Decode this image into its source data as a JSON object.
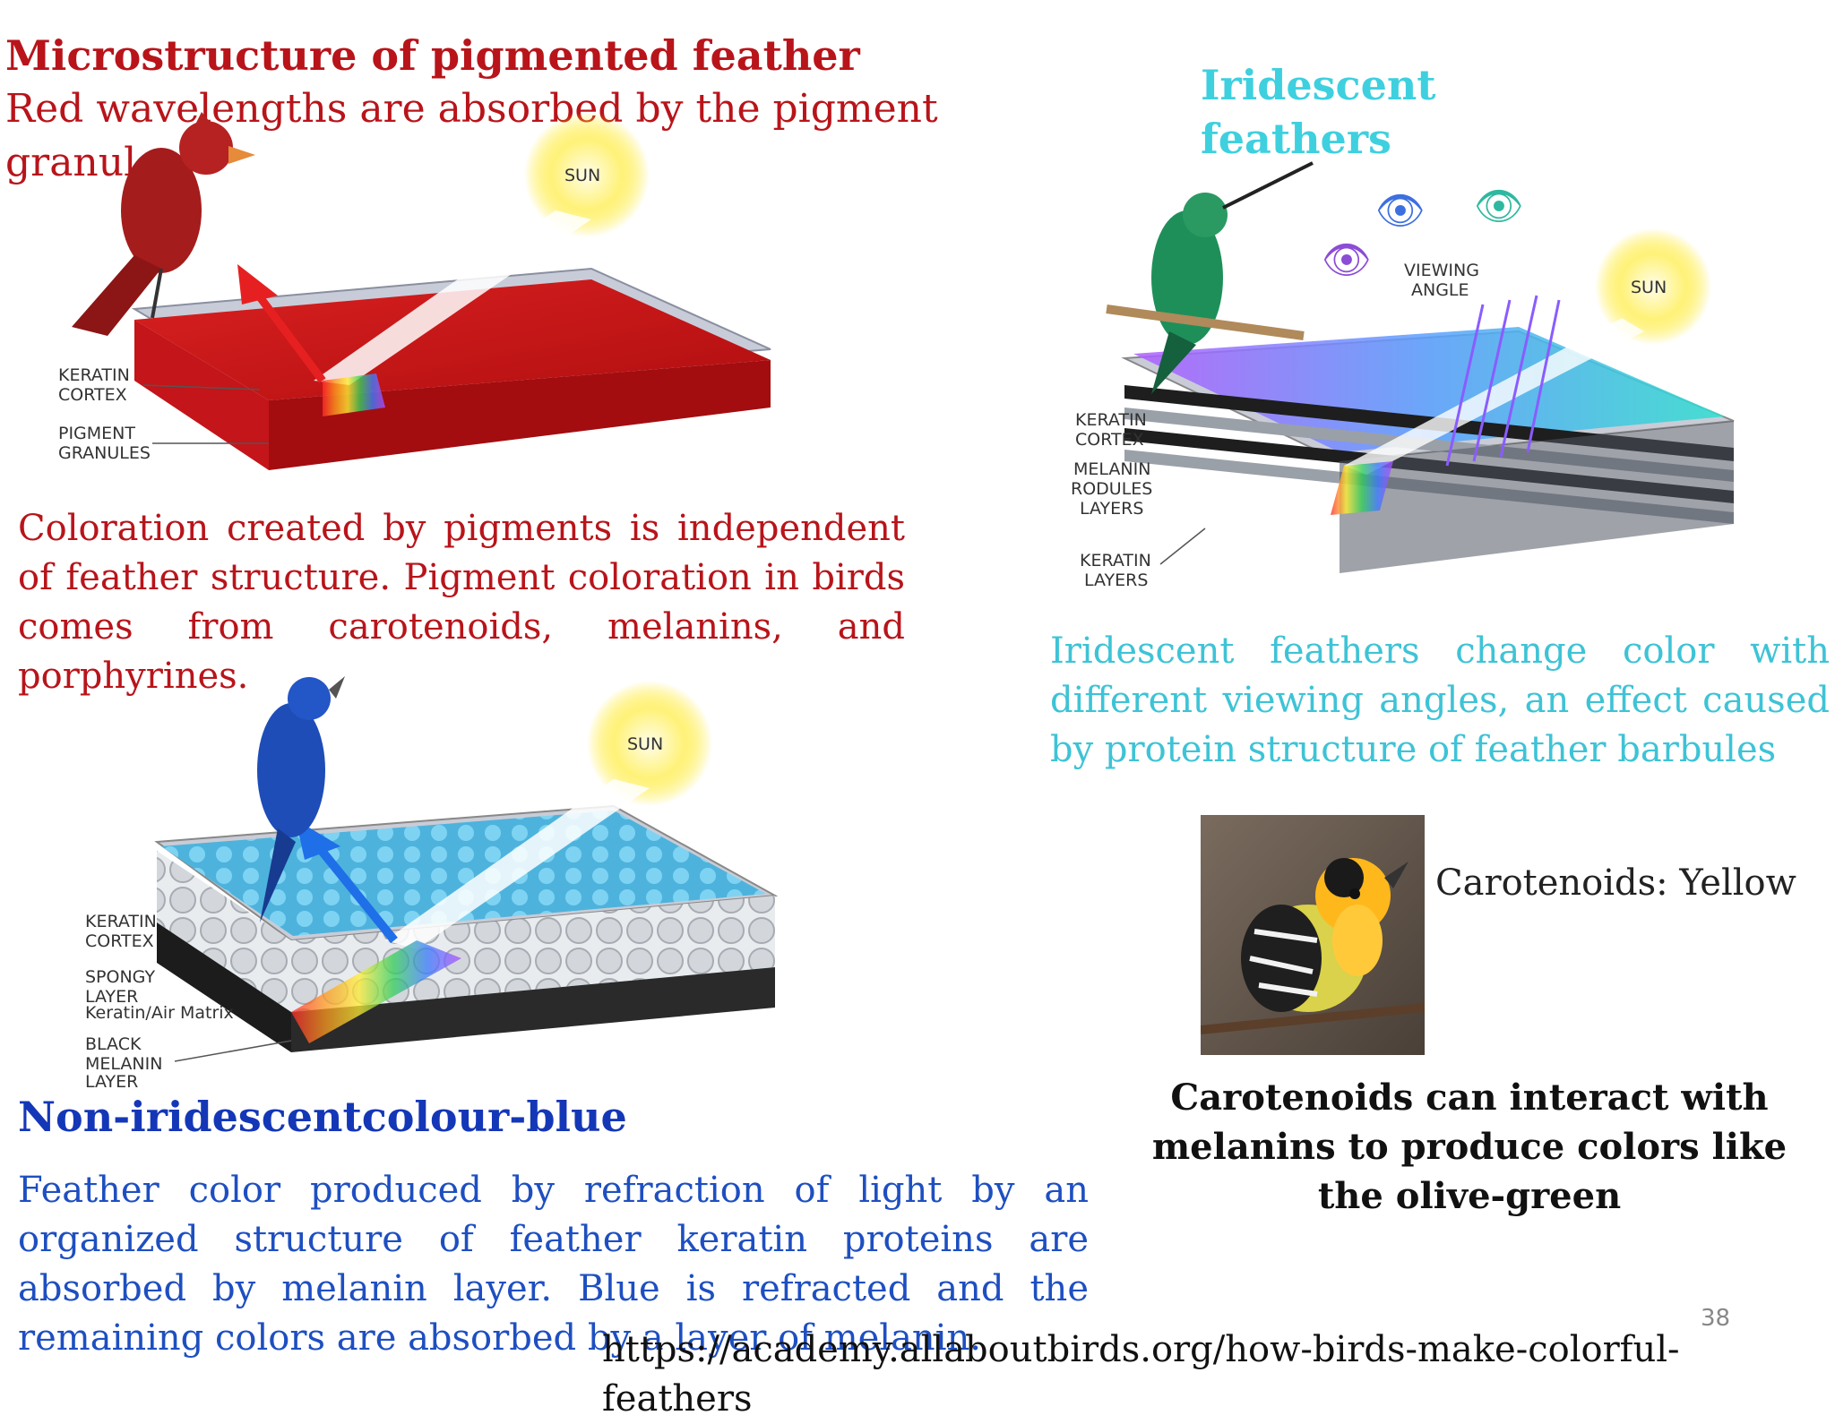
{
  "pigment": {
    "title": "Microstructure of  pigmented feather",
    "subtitle": "Red wavelengths are absorbed by the pigment granules",
    "description": "Coloration created by pigments is independent of feather structure. Pigment coloration in birds comes from carotenoids, melanins, and porphyrines.",
    "figure": {
      "sun_label": "SUN",
      "layer_1_line_1": "KERATIN",
      "layer_1_line_2": "CORTEX",
      "layer_2_line_1": "PIGMENT",
      "layer_2_line_2": "GRANULES"
    }
  },
  "iridescent": {
    "heading": "Iridescent feathers",
    "description": "Iridescent feathers change color with different viewing angles, an effect caused by protein structure of  feather barbules",
    "figure": {
      "sun_label": "SUN",
      "viewing_line_1": "VIEWING",
      "viewing_line_2": "ANGLE",
      "layer_1_line_1": "KERATIN",
      "layer_1_line_2": "CORTEX",
      "layer_2_line_1": "MELANIN",
      "layer_2_line_2": "RODULES",
      "layer_2_line_3": "LAYERS",
      "layer_3_line_1": "KERATIN",
      "layer_3_line_2": "LAYERS"
    }
  },
  "blue": {
    "heading": "Non-iridescentcolour-blue",
    "description": "Feather color produced by refraction of light by an organized structure of  feather keratin proteins are absorbed by melanin layer. Blue is refracted and the remaining colors are absorbed by a layer of melanin.",
    "figure": {
      "sun_label": "SUN",
      "layer_1_line_1": "KERATIN",
      "layer_1_line_2": "CORTEX",
      "layer_2_line_1": "SPONGY",
      "layer_2_line_2": "LAYER",
      "layer_2_note": "Keratin/Air Matrix",
      "layer_3_line_1": "BLACK",
      "layer_3_line_2": "MELANIN",
      "layer_3_line_3": "LAYER"
    }
  },
  "carotenoid": {
    "yellow_label": "Carotenoids: Yellow",
    "olive_note": "Carotenoids can interact with melanins to produce colors like the olive-green"
  },
  "footer": {
    "page_number": "38",
    "source_url": "https://academy.allaboutbirds.org/how-birds-make-colorful-feathers"
  },
  "colors": {
    "pigment_red": "#b8141a",
    "iridescent_cyan": "#3ed0df",
    "structural_blue": "#1437b7"
  }
}
